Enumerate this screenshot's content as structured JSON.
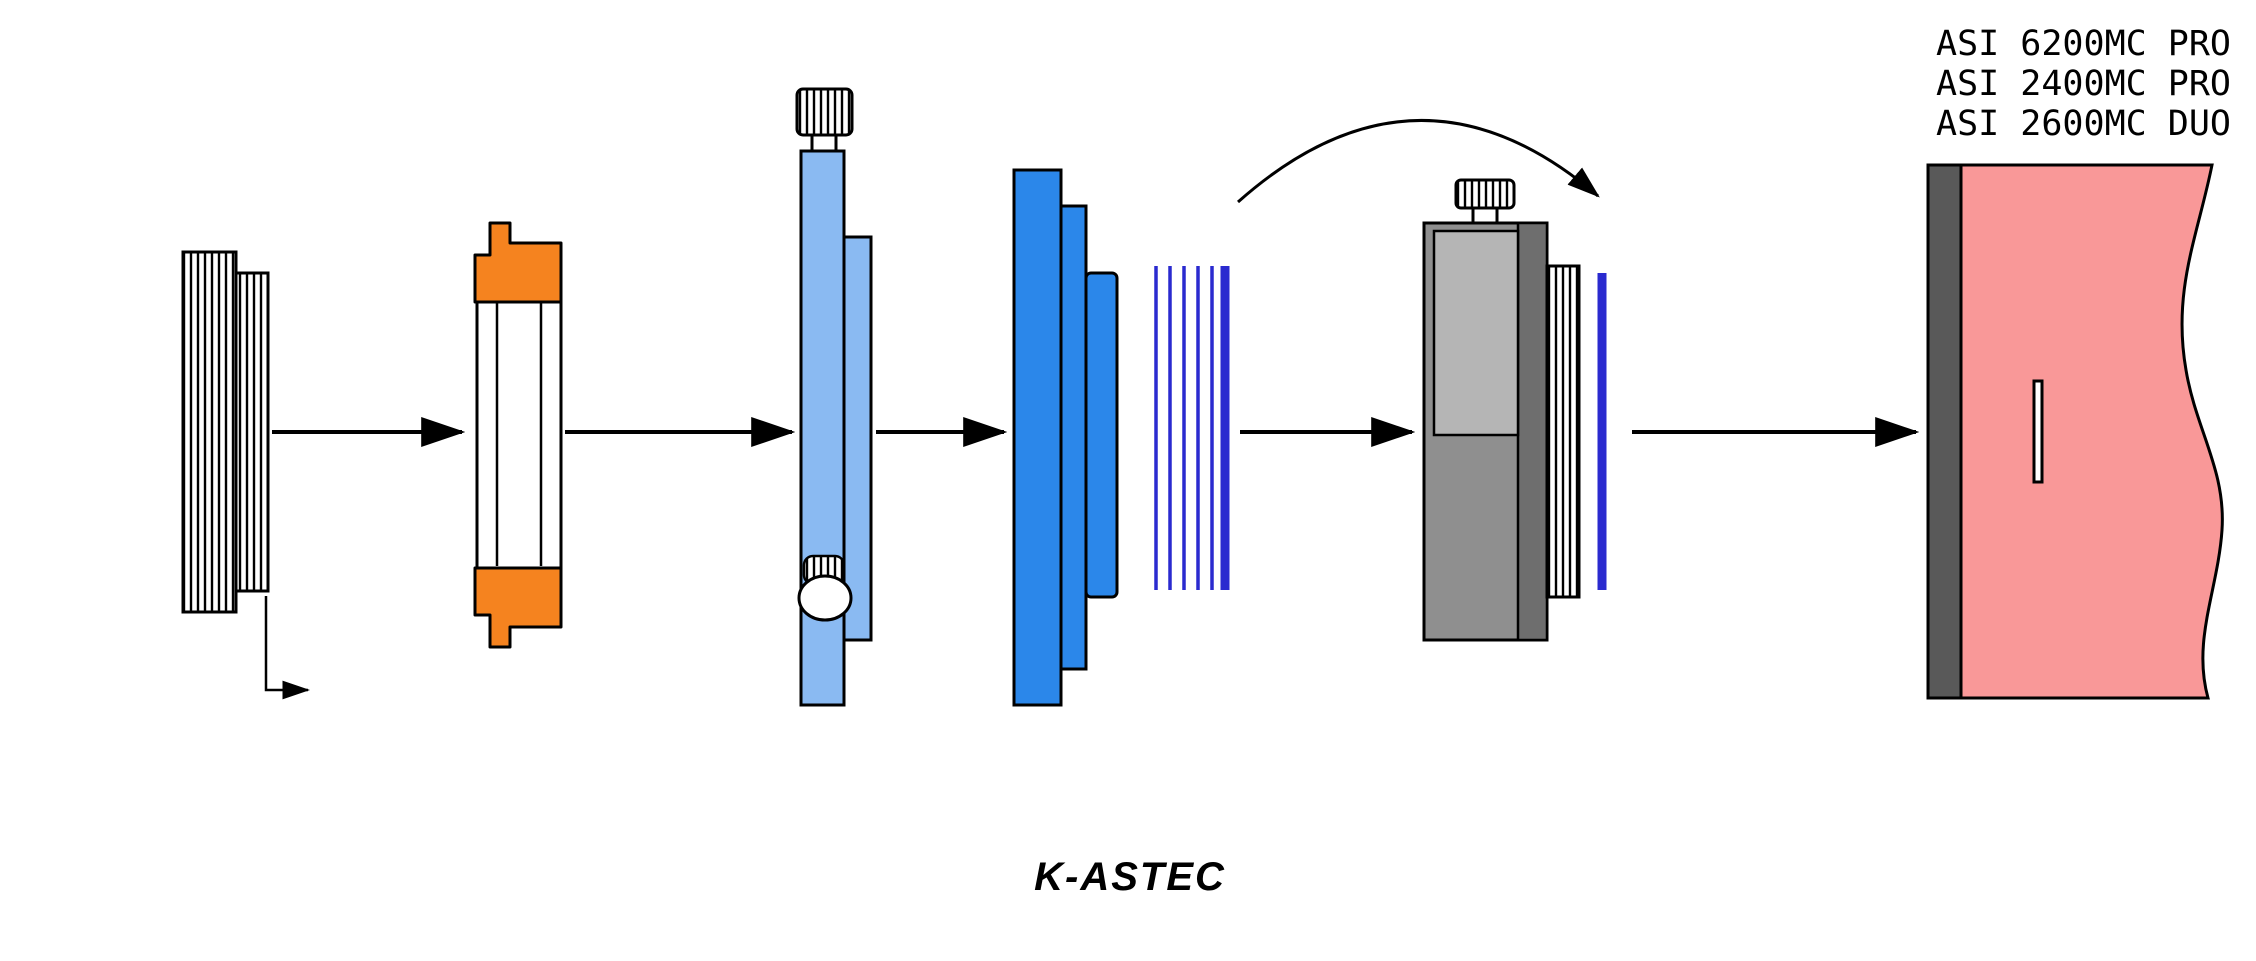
{
  "labels": {
    "camera_models": [
      "ASI 6200MC PRO",
      "ASI 2400MC PRO",
      "ASI 2600MC DUO"
    ],
    "brand": "K-ASTEC"
  },
  "colors": {
    "outline": "#000000",
    "orange": "#F5831F",
    "light_blue": "#8ABAF2",
    "blue": "#2B87EA",
    "filter_blue": "#2A2ACF",
    "gray_body": "#8F8F8F",
    "gray_panel": "#B5B5B5",
    "gray_column": "#6E6E6E",
    "camera_pink": "#F99898",
    "camera_edge": "#595959",
    "background": "#FFFFFF"
  }
}
